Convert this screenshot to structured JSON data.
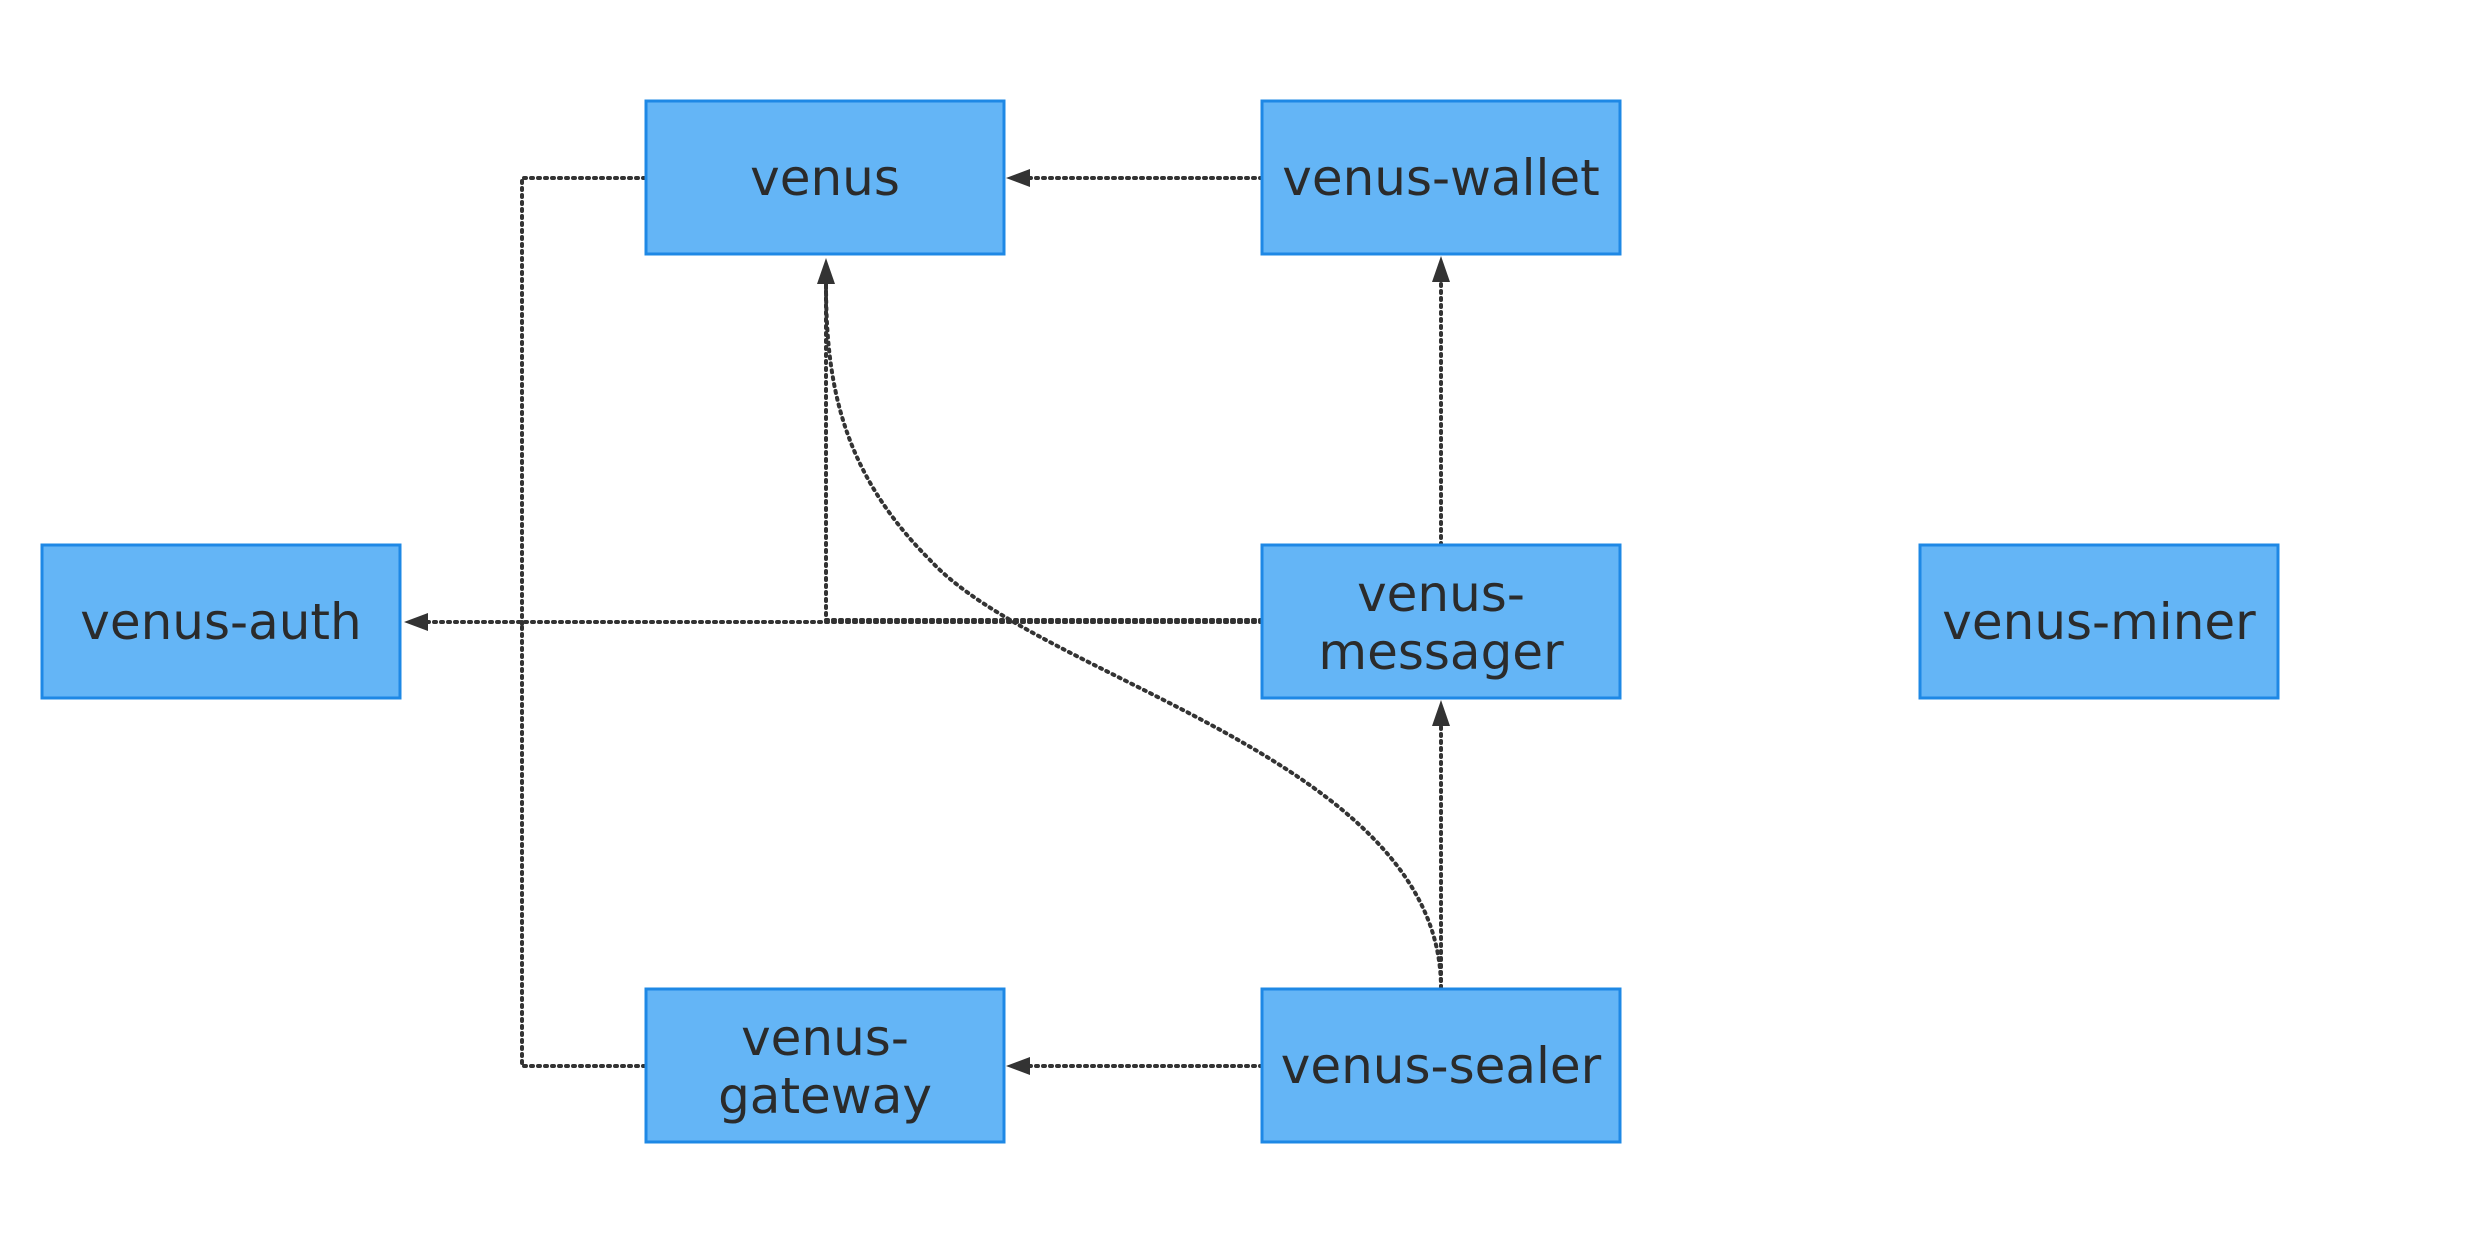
{
  "colors": {
    "node_fill": "#64b5f6",
    "node_border": "#1e88e5",
    "text": "#2b2b2b",
    "edge": "#333333"
  },
  "nodes": {
    "venus": {
      "lines": [
        "venus"
      ]
    },
    "venus_wallet": {
      "lines": [
        "venus-wallet"
      ]
    },
    "venus_auth": {
      "lines": [
        "venus-auth"
      ]
    },
    "venus_messager": {
      "lines": [
        "venus-",
        "messager"
      ]
    },
    "venus_miner": {
      "lines": [
        "venus-miner"
      ]
    },
    "venus_gateway": {
      "lines": [
        "venus-",
        "gateway"
      ]
    },
    "venus_sealer": {
      "lines": [
        "venus-sealer"
      ]
    }
  },
  "edges": [
    {
      "from": "venus-wallet",
      "to": "venus",
      "style": "dotted"
    },
    {
      "from": "venus",
      "to": "venus-auth",
      "style": "dotted"
    },
    {
      "from": "venus-messager",
      "to": "venus-wallet",
      "style": "dotted"
    },
    {
      "from": "venus-messager",
      "to": "venus-auth",
      "style": "dotted"
    },
    {
      "from": "venus-messager",
      "to": "venus",
      "style": "dotted"
    },
    {
      "from": "venus-sealer",
      "to": "venus-messager",
      "style": "dotted"
    },
    {
      "from": "venus-sealer",
      "to": "venus",
      "style": "dotted"
    },
    {
      "from": "venus-sealer",
      "to": "venus-gateway",
      "style": "dotted"
    },
    {
      "from": "venus-gateway",
      "to": "venus-auth",
      "style": "dotted"
    }
  ]
}
